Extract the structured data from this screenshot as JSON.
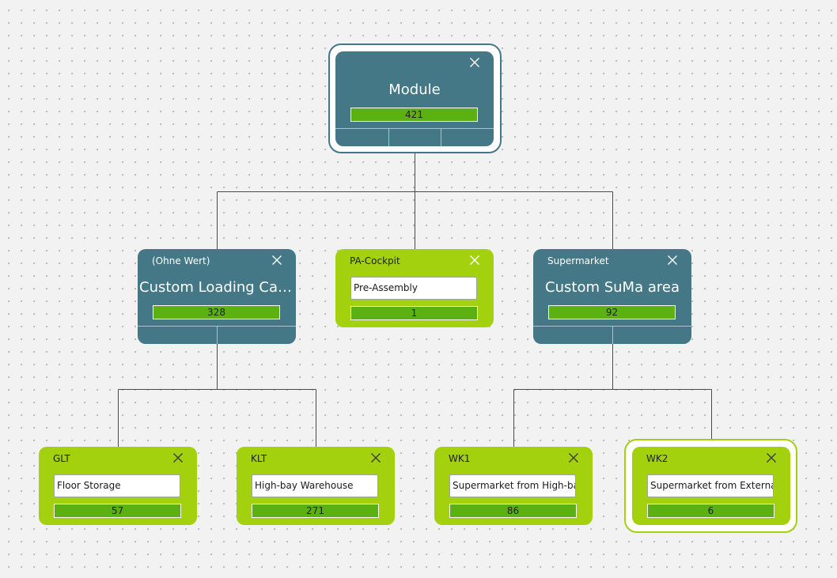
{
  "colors": {
    "node_teal": "#447886",
    "node_green": "#a3d10d",
    "count_bar": "#5bb112",
    "connector": "#4a4a4a",
    "canvas": "#f2f2f2"
  },
  "tree": {
    "root": {
      "title": "Module",
      "count": "421",
      "close_icon": "close-icon"
    },
    "level1": [
      {
        "header": "(Ohne Wert)",
        "title": "Custom Loading Carri…",
        "count": "328"
      },
      {
        "header": "PA-Cockpit",
        "value": "Pre-Assembly",
        "count": "1"
      },
      {
        "header": "Supermarket",
        "title": "Custom SuMa area",
        "count": "92"
      }
    ],
    "level2": [
      {
        "header": "GLT",
        "value": "Floor Storage",
        "count": "57"
      },
      {
        "header": "KLT",
        "value": "High-bay Warehouse",
        "count": "271"
      },
      {
        "header": "WK1",
        "value": "Supermarket from High-bay W",
        "count": "86"
      },
      {
        "header": "WK2",
        "value": "Supermarket from External W",
        "count": "6"
      }
    ]
  }
}
